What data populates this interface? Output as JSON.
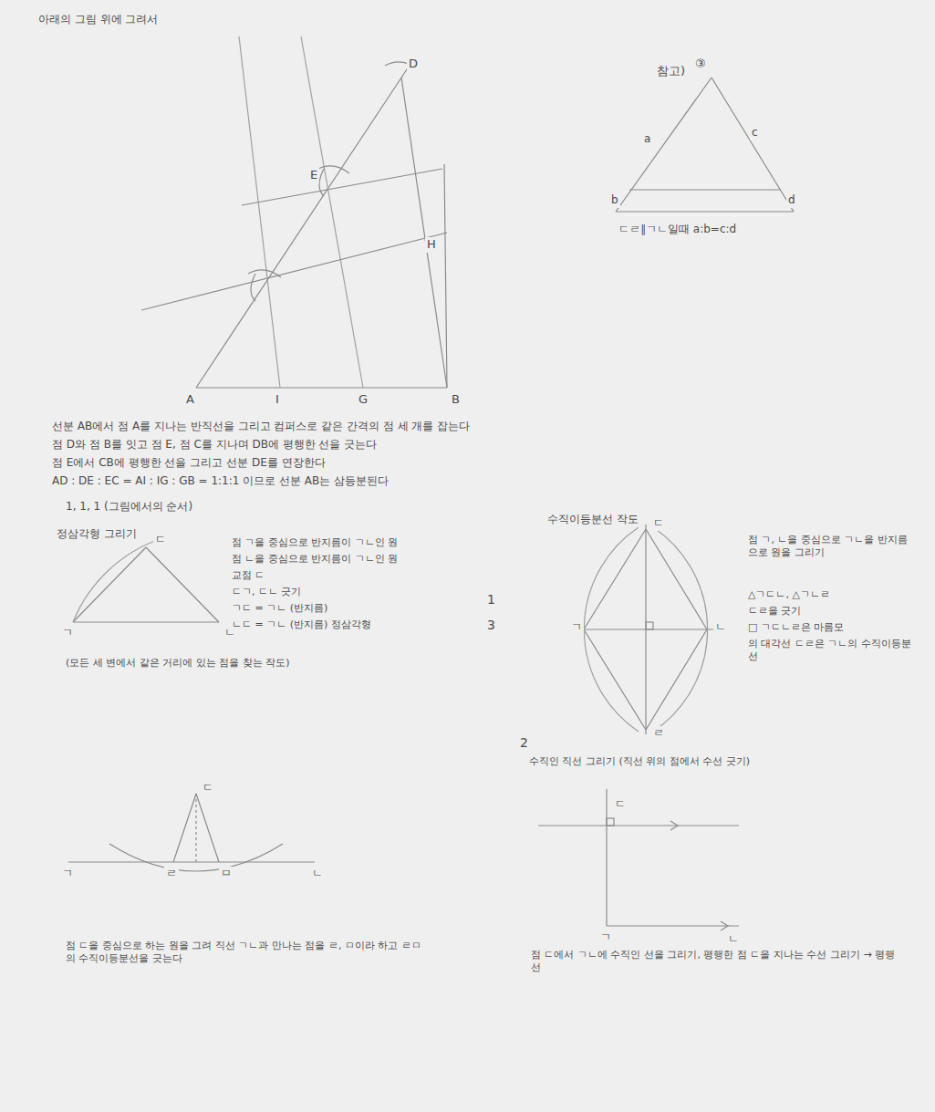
{
  "diagram": {
    "labels": [
      "아래의 그림 위에 그려서",
      "D",
      "E",
      "H",
      "A",
      "I",
      "G",
      "B",
      "참고)",
      "③",
      "a",
      "c",
      "b",
      "d",
      "ㄷㄹ∥ㄱㄴ일때 a:b=c:d",
      "선분 AB에서 점 A를 지나는 반직선을 그리고 컴퍼스로 같은 간격의 점 세 개를 잡는다",
      "점 D와 점 B를 잇고 점 E, 점 C를 지나며 DB에 평행한 선을 긋는다",
      "점 E에서 CB에 평행한 선을 그리고 선분 DE를 연장한다",
      "AD : DE : EC = AI : IG : GB = 1:1:1 이므로 선분 AB는 삼등분된다",
      "1, 1, 1 (그림에서의 순서)",
      "정삼각형 그리기",
      "ㄷ",
      "ㄱ",
      "ㄴ",
      "점 ㄱ을 중심으로 반지름이 ㄱㄴ인 원",
      "점 ㄴ을 중심으로 반지름이 ㄱㄴ인 원",
      "교점 ㄷ",
      "ㄷㄱ, ㄷㄴ 긋기",
      "ㄱㄷ = ㄱㄴ (반지름)",
      "ㄴㄷ = ㄱㄴ (반지름) 정삼각형",
      "1",
      "3",
      "(모든 세 변에서 같은 거리에 있는 점을 찾는 작도)",
      "수직이등분선 작도",
      "ㄷ",
      "ㄱ",
      "ㄴ",
      "ㄹ",
      "점 ㄱ, ㄴ을 중심으로 ㄱㄴ을 반지름으로 원을 그리기",
      "△ㄱㄷㄴ, △ㄱㄴㄹ",
      "ㄷㄹ을 긋기",
      "□ ㄱㄷㄴㄹ은 마름모",
      "의 대각선 ㄷㄹ은 ㄱㄴ의 수직이등분선",
      "2",
      "수직인 직선 그리기 (직선 위의 점에서 수선 긋기)",
      "ㄷ",
      "ㄱ",
      "ㄹ",
      "ㅁ",
      "ㄴ",
      "점 ㄷ을 중심으로 하는 원을 그려 직선 ㄱㄴ과 만나는 점을 ㄹ, ㅁ이라 하고 ㄹㅁ의 수직이등분선을 긋는다",
      "ㄷ",
      "ㄱ",
      "ㄴ",
      "점 ㄷ에서 ㄱㄴ에 수직인 선을 그리기, 평행한 점 ㄷ을 지나는 수선 그리기 → 평행선"
    ]
  }
}
